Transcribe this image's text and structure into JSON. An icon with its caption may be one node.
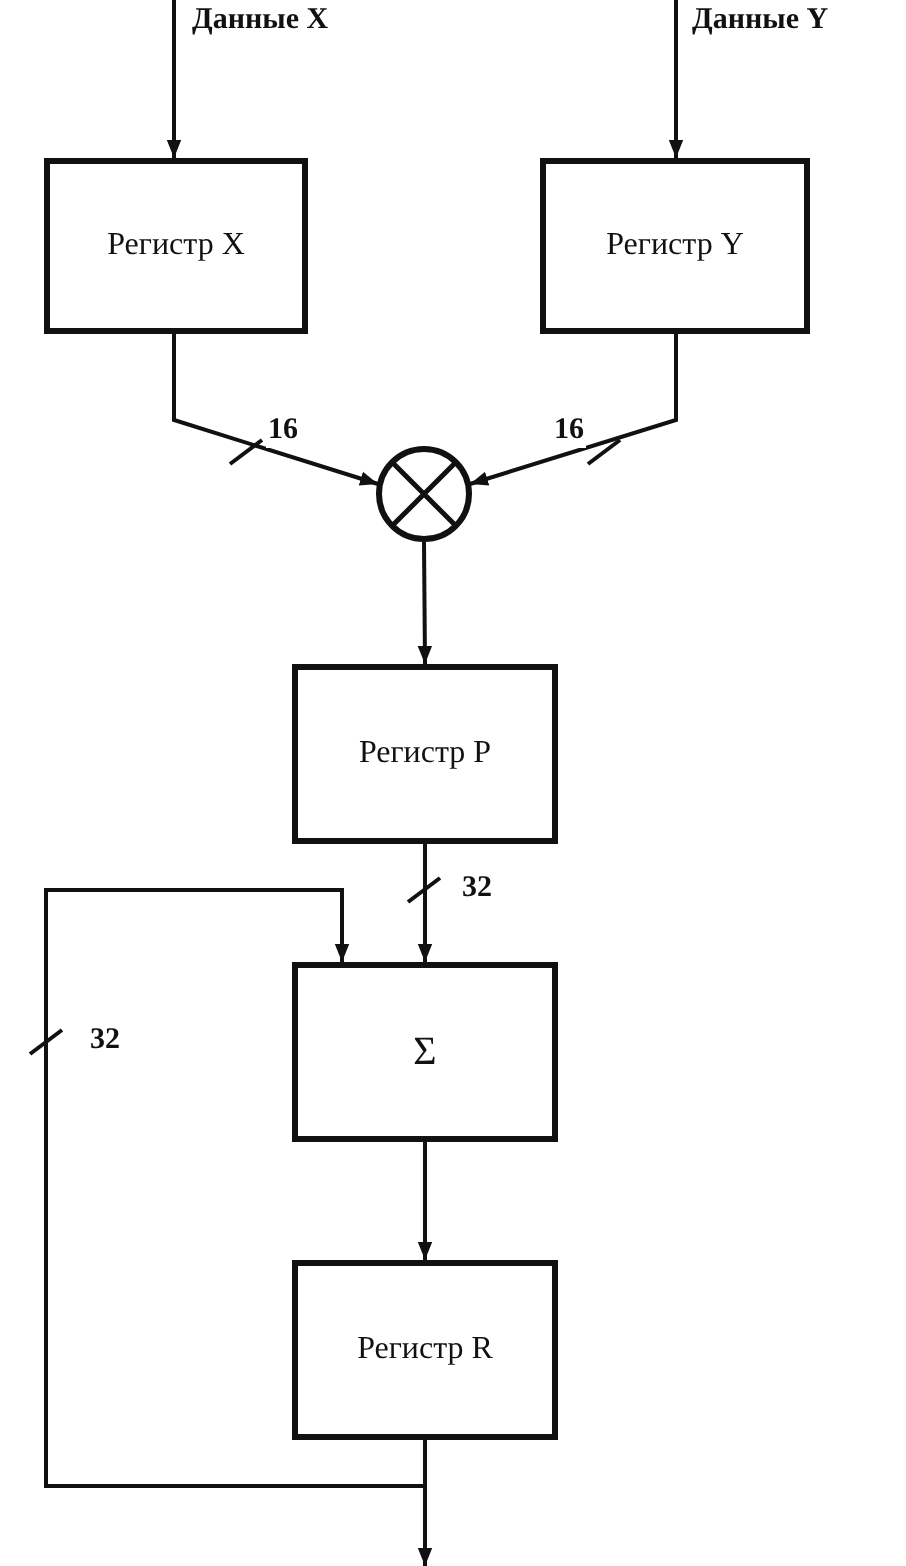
{
  "diagram": {
    "nodes": [
      {
        "text": [
          "Регистр X"
        ]
      },
      {
        "text": [
          "Регистр Y"
        ]
      },
      {
        "text": [],
        "shape": "circle"
      },
      {
        "text": [
          "Регистр P"
        ]
      },
      {
        "text": [
          "Σ"
        ]
      },
      {
        "text": [
          "Регистр R"
        ]
      }
    ],
    "edges": [
      {
        "from": null,
        "to": 0,
        "arrow": "to",
        "label": "Данные X"
      },
      {
        "from": null,
        "to": 1,
        "arrow": "to",
        "label": "Данные Y"
      },
      {
        "from": 0,
        "to": 2,
        "arrow": "to",
        "label": "16"
      },
      {
        "from": 1,
        "to": 2,
        "arrow": "to",
        "label": "16"
      },
      {
        "from": 2,
        "to": 3,
        "arrow": "to"
      },
      {
        "from": 3,
        "to": 4,
        "arrow": "to",
        "label": "32"
      },
      {
        "from": 4,
        "to": 5,
        "arrow": "to"
      },
      {
        "from": 5,
        "to": 4,
        "arrow": "to",
        "label": "32"
      },
      {
        "from": 5,
        "to": null,
        "arrow": "to"
      }
    ]
  }
}
